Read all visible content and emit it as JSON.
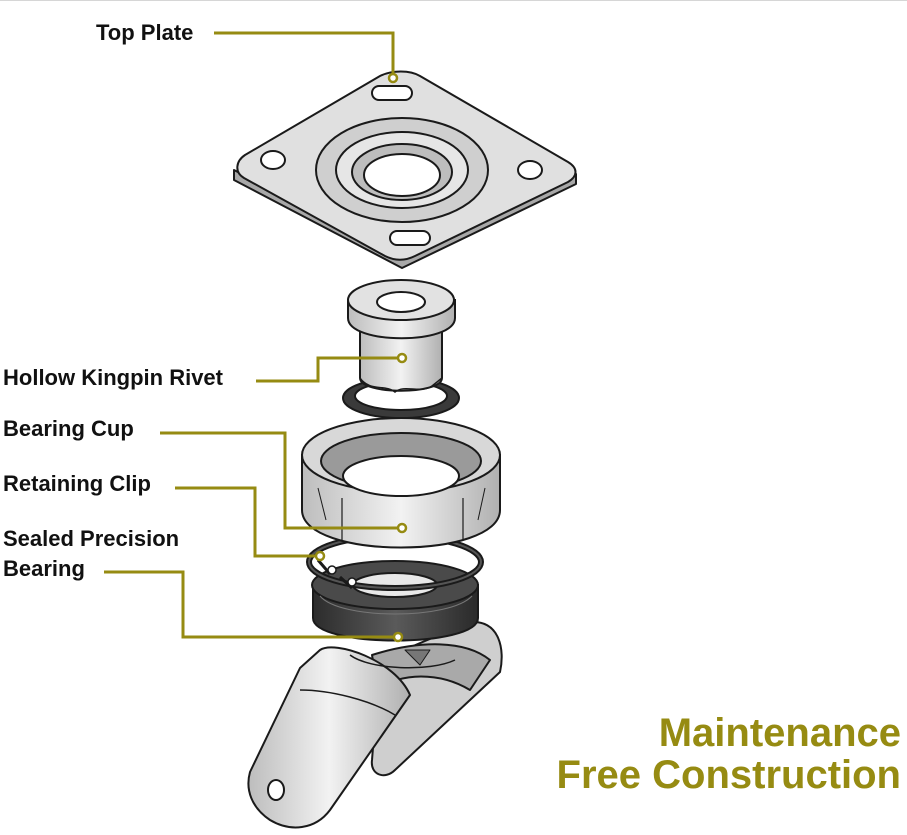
{
  "colors": {
    "leader": "#968B12",
    "headline": "#968B12",
    "label_text": "#111111",
    "metal_light": "#E6E6E6",
    "metal_mid": "#CFCFCF",
    "metal_dark": "#8F8F8F",
    "bearing_dark": "#3A3A3A",
    "outline": "#1A1A1A"
  },
  "labels": {
    "top_plate": "Top Plate",
    "hollow_kingpin_rivet": "Hollow Kingpin Rivet",
    "bearing_cup": "Bearing Cup",
    "retaining_clip": "Retaining Clip",
    "sealed_precision_bearing_line1": "Sealed Precision",
    "sealed_precision_bearing_line2": "Bearing"
  },
  "headline": {
    "line1": "Maintenance",
    "line2": "Free Construction"
  }
}
